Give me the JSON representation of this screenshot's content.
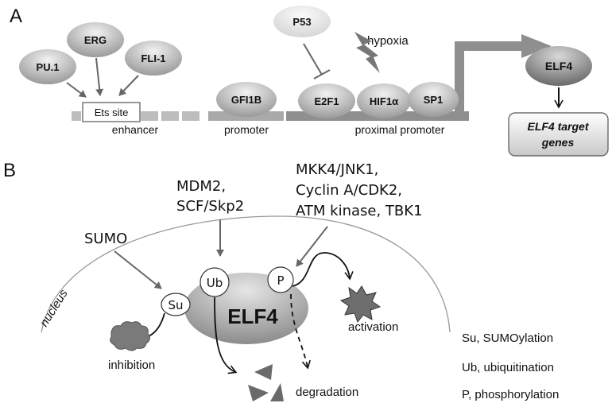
{
  "panel_a": {
    "label": "A",
    "factors": {
      "pu1": "PU.1",
      "erg": "ERG",
      "fli1": "FLI-1",
      "p53": "P53",
      "gfi1b": "GFI1B",
      "e2f1": "E2F1",
      "hif1a": "HIF1α",
      "sp1": "SP1"
    },
    "hypoxia": "hypoxia",
    "ets_site": "Ets site",
    "regions": {
      "enhancer": "enhancer",
      "promoter": "promoter",
      "proximal_promoter": "proximal promoter"
    },
    "elf4": "ELF4",
    "target_genes_line1": "ELF4 target",
    "target_genes_line2": "genes"
  },
  "panel_b": {
    "label": "B",
    "mdm2_line1": "MDM2,",
    "mdm2_line2": "SCF/Skp2",
    "kinases_line1": "MKK4/JNK1,",
    "kinases_line2": "Cyclin A/CDK2,",
    "kinases_line3": "ATM kinase, TBK1",
    "sumo": "SUMO",
    "nucleus": "nucleus",
    "su": "Su",
    "ub": "Ub",
    "p": "P",
    "elf4": "ELF4",
    "inhibition": "inhibition",
    "activation": "activation",
    "degradation": "degradation"
  },
  "legend": {
    "su": "Su, SUMOylation",
    "ub": "Ub, ubiquitination",
    "p": "P, phosphorylation"
  }
}
